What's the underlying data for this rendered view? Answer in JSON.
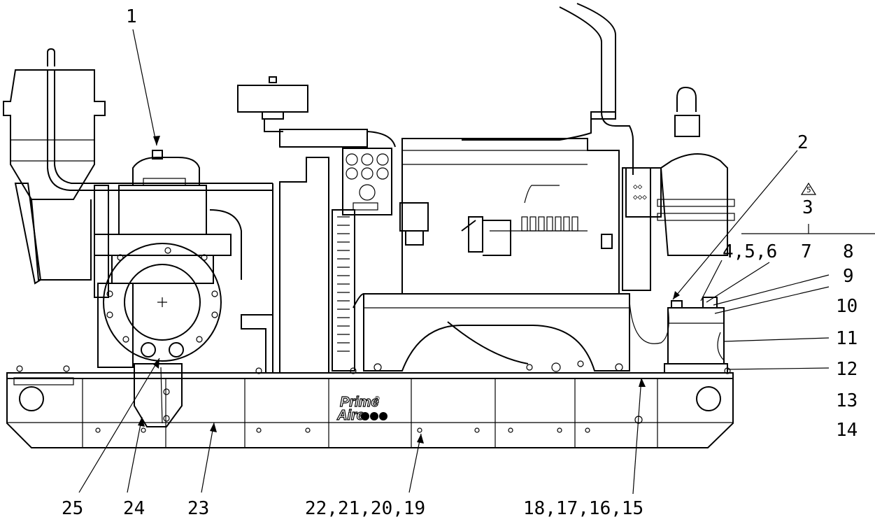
{
  "callouts": {
    "c1": "1",
    "c2": "2",
    "c3": "3",
    "c3_rev": "5",
    "c4": "4,5,6",
    "c7": "7",
    "c8": "8",
    "c9": "9",
    "c10": "10",
    "c11": "11",
    "c12": "12",
    "c13": "13",
    "c14": "14",
    "c15": "18,17,16,15",
    "c19": "22,21,20,19",
    "c23": "23",
    "c24": "24",
    "c25": "25"
  },
  "brand": {
    "line1": "Prime",
    "line2": "Aire",
    "mark": "®"
  }
}
